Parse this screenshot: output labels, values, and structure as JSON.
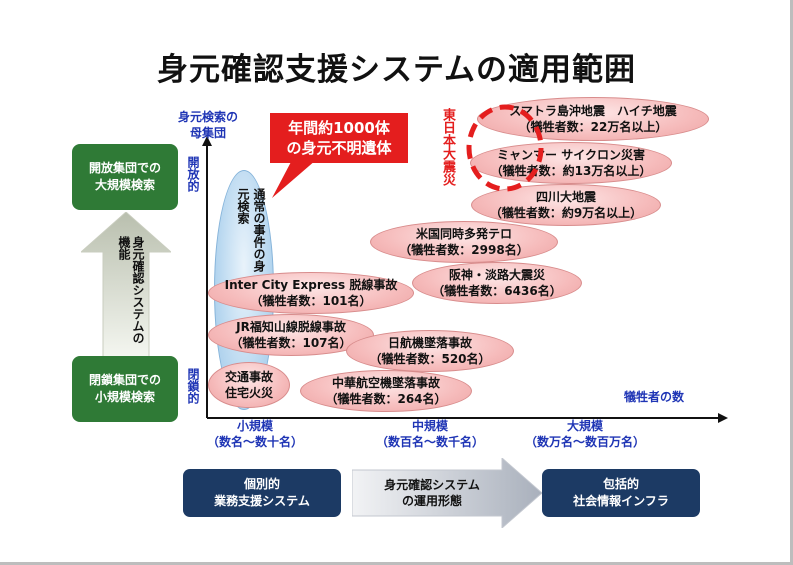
{
  "title": "身元確認支援システムの適用範囲",
  "left_panel": {
    "top_box": "開放集団での\n大規模検索",
    "bottom_box": "閉鎖集団での\n小規模検索",
    "arrow_label": "身元確認システムの機能"
  },
  "axes": {
    "y_label": "身元検索の母集団",
    "y_top": "開放的",
    "y_bottom": "閉鎖的",
    "x_label": "犠牲者の数",
    "x_ticks": [
      {
        "label": "小規模",
        "sub": "（数名～数十名）"
      },
      {
        "label": "中規模",
        "sub": "（数百名～数千名）"
      },
      {
        "label": "大規模",
        "sub": "（数万名～数百万名）"
      }
    ]
  },
  "callout": "年間約1000体\nの身元不明遺体",
  "normal_cases": "通常の事件の身元検索",
  "east_japan": "東日本大震災",
  "events": [
    {
      "name": "スマトラ島沖地震　ハイチ地震",
      "detail": "（犠牲者数：22万名以上）"
    },
    {
      "name": "ミャンマー サイクロン災害",
      "detail": "（犠牲者数：約13万名以上）"
    },
    {
      "name": "四川大地震",
      "detail": "（犠牲者数：約9万名以上）"
    },
    {
      "name": "米国同時多発テロ",
      "detail": "（犠牲者数：2998名）"
    },
    {
      "name": "阪神・淡路大震災",
      "detail": "（犠牲者数：6436名）"
    },
    {
      "name": "Inter City Express 脱線事故",
      "detail": "（犠牲者数：101名）"
    },
    {
      "name": "JR福知山線脱線事故",
      "detail": "（犠牲者数：107名）"
    },
    {
      "name": "日航機墜落事故",
      "detail": "（犠牲者数：520名）"
    },
    {
      "name": "交通事故",
      "detail": "住宅火災"
    },
    {
      "name": "中華航空機墜落事故",
      "detail": "（犠牲者数：264名）"
    }
  ],
  "bottom": {
    "left_box": "個別的\n業務支援システム",
    "middle_label": "身元確認システム\nの運用形態",
    "right_box": "包括的\n社会情報インフラ"
  },
  "colors": {
    "green": "#2f7a36",
    "navy": "#1c3a64",
    "axis_blue": "#1f35b5",
    "red": "#e41e1e",
    "pink": "#f6bcbc",
    "light_blue": "#b9d8f0"
  }
}
